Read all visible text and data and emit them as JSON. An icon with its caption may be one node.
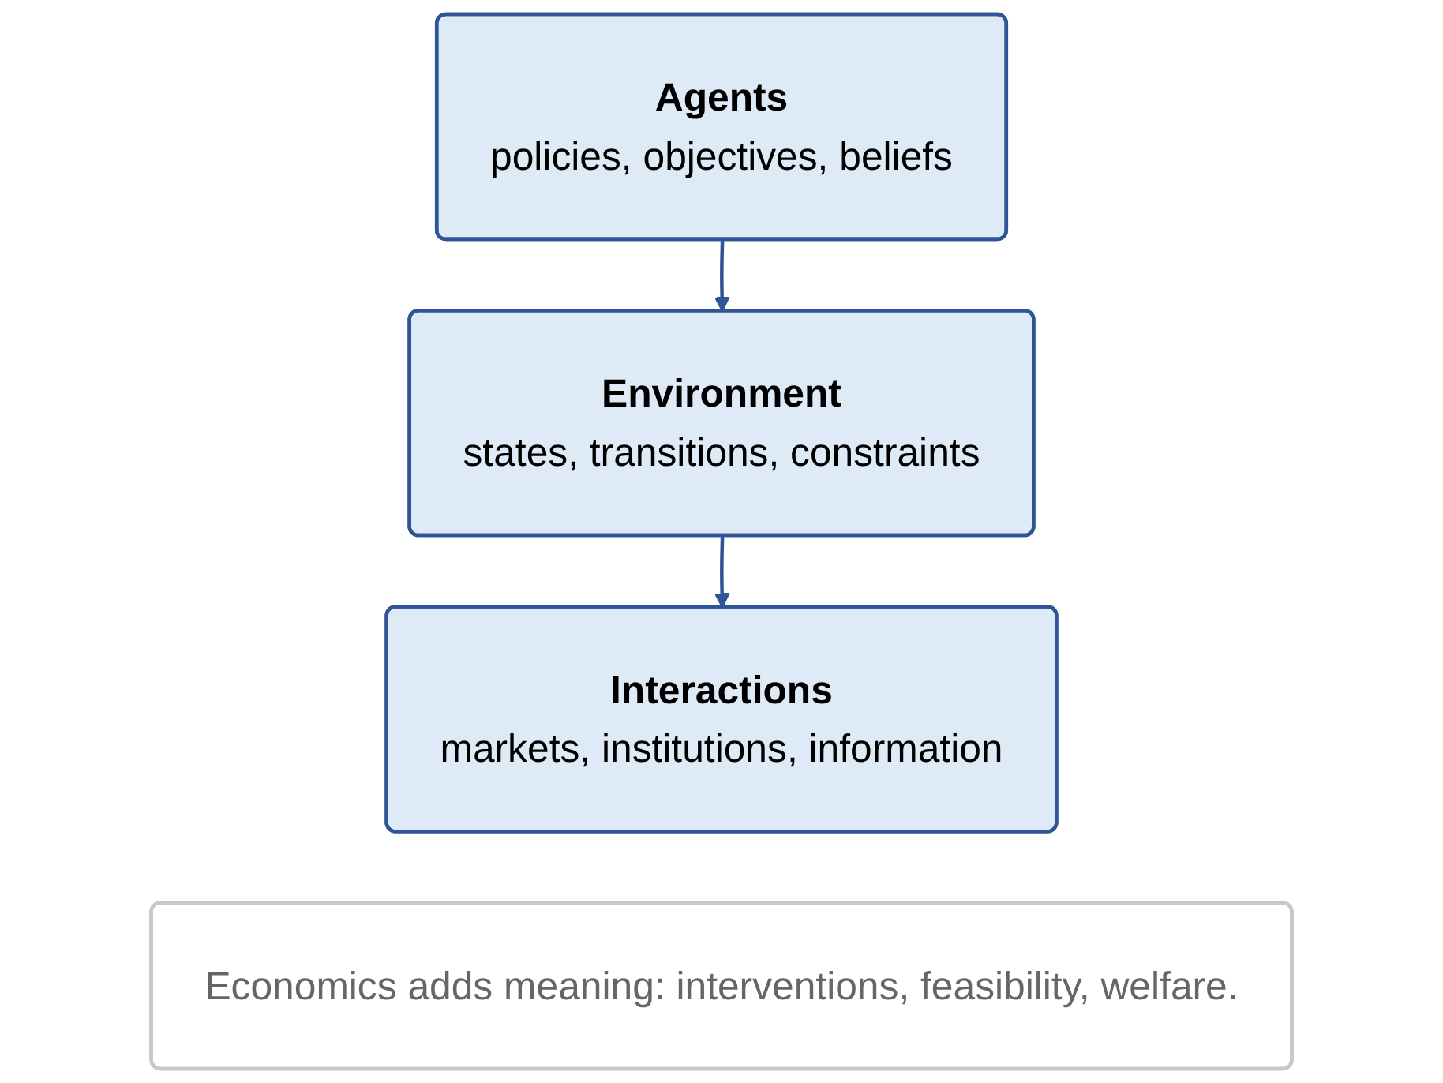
{
  "diagram": {
    "nodes": [
      {
        "text": [
          "Agents",
          "policies, objectives, beliefs"
        ]
      },
      {
        "text": [
          "Environment",
          "states, transitions, constraints"
        ]
      },
      {
        "text": [
          "Interactions",
          "markets, institutions, information"
        ]
      },
      {
        "text": [
          "Economics adds meaning: interventions, feasibility, welfare."
        ]
      }
    ],
    "edges": [
      {
        "from": 0,
        "to": 1,
        "arrow": "to"
      },
      {
        "from": 1,
        "to": 2,
        "arrow": "to"
      }
    ]
  }
}
